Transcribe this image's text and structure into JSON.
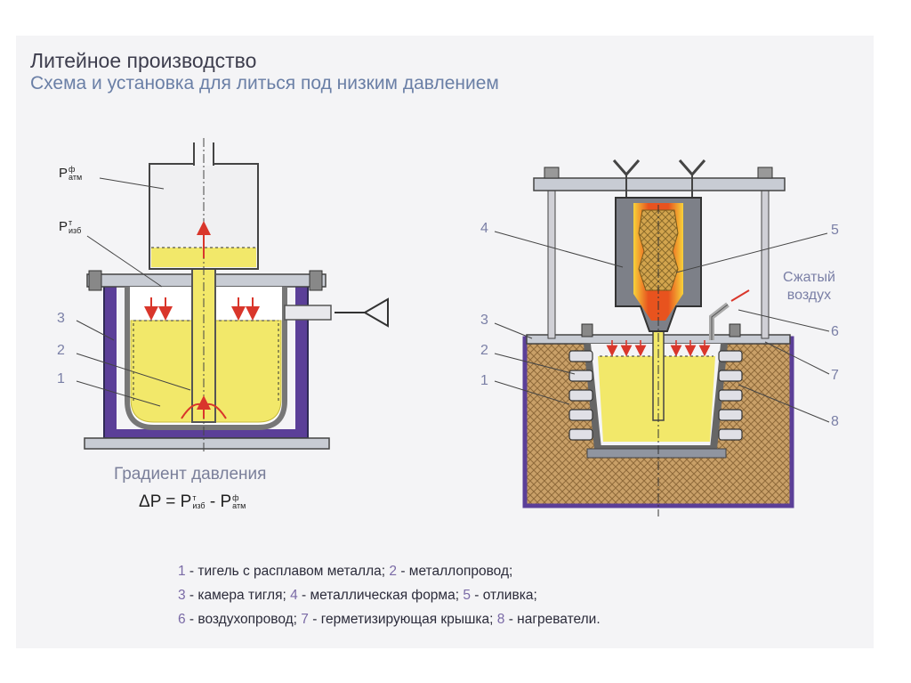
{
  "header": {
    "title": "Литейное производство",
    "subtitle": "Схема и установка для литься под низким давлением"
  },
  "left_diagram": {
    "labels": {
      "p_atm_main": "P",
      "p_atm_sup": "ф",
      "p_atm_sub": "атм",
      "p_izb_main": "P",
      "p_izb_sup": "т",
      "p_izb_sub": "изб",
      "n3": "3",
      "n2": "2",
      "n1": "1"
    },
    "gradient_title": "Градиент давления",
    "formula": {
      "delta": "ΔP = P",
      "t_sup": "т",
      "izb_sub": "изб",
      "minus": " - P",
      "f_sup": "ф",
      "atm_sub": "атм"
    }
  },
  "right_diagram": {
    "labels": {
      "n4": "4",
      "n5": "5",
      "compressed_air": "Сжатый\nвоздух",
      "n3": "3",
      "n6": "6",
      "n2": "2",
      "n7": "7",
      "n1": "1",
      "n8": "8"
    }
  },
  "legend": {
    "rows": [
      [
        {
          "num": "1",
          "text": " - тигель с расплавом металла; "
        },
        {
          "num": "2",
          "text": " - металлопровод;"
        }
      ],
      [
        {
          "num": "3",
          "text": " - камера тигля; "
        },
        {
          "num": "4",
          "text": " - металлическая форма; "
        },
        {
          "num": "5",
          "text": " - отливка;"
        }
      ],
      [
        {
          "num": "6",
          "text": " - воздухопровод; "
        },
        {
          "num": "7",
          "text": " - герметизирующая крышка; "
        },
        {
          "num": "8",
          "text": " - нагреватели."
        }
      ]
    ]
  },
  "colors": {
    "slide_bg": "#f4f4f6",
    "chamber": "#5b3f98",
    "melt": "#f2e86a",
    "crucible": "#c8ccd4",
    "pressure_arrow": "#d9362b",
    "insulation": "#c9a068",
    "mold": "#7d8088"
  }
}
